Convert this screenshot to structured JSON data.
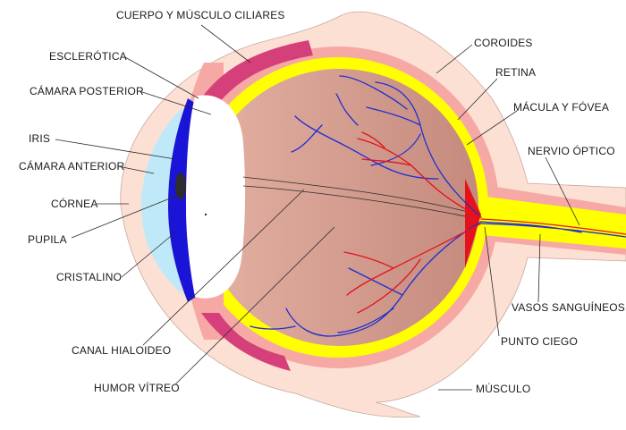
{
  "labels": {
    "ciliary": "CUERPO Y MÚSCULO CILIARES",
    "sclera": "ESCLERÓTICA",
    "posterior_chamber": "CÁMARA POSTERIOR",
    "iris": "IRIS",
    "anterior_chamber": "CÁMARA ANTERIOR",
    "cornea": "CÓRNEA",
    "pupil": "PUPILA",
    "lens": "CRISTALINO",
    "hyaloid_canal": "CANAL HIALOIDEO",
    "vitreous_humor": "HUMOR VÍTREO",
    "choroid": "COROIDES",
    "retina": "RETINA",
    "macula_fovea": "MÁCULA Y FÓVEA",
    "optic_nerve": "NERVIO ÓPTICO",
    "blood_vessels": "VASOS SANGUÍNEOS",
    "blind_spot": "PUNTO CIEGO",
    "muscle": "MÚSCULO"
  },
  "colors": {
    "outer_skin": "#fde0d4",
    "sclera_band": "#f6a9a4",
    "yellow_layer": "#ffff00",
    "vitreous_light": "#e4b1a3",
    "vitreous_dark": "#c48a7d",
    "ciliary_muscle": "#d6407a",
    "iris": "#1a14d6",
    "cornea_fluid": "#bfe9f8",
    "lens": "#ffffff",
    "vessel_blue": "#1f2fd0",
    "vessel_red": "#e5121b"
  }
}
